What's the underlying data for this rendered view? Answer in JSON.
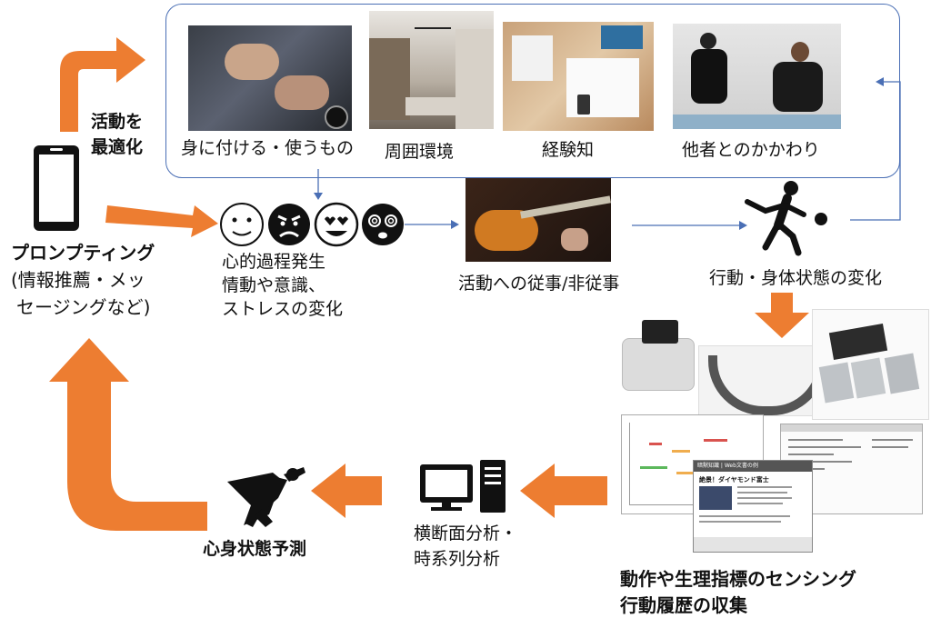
{
  "top_box": {
    "items": [
      {
        "label": "身に付ける・使うもの"
      },
      {
        "label": "周囲環境"
      },
      {
        "label": "経験知"
      },
      {
        "label": "他者とのかかわり"
      }
    ]
  },
  "left": {
    "optimize_label_1": "活動を",
    "optimize_label_2": "最適化",
    "prompting_title": "プロンプティング",
    "prompting_line1": "(情報推薦・メッ",
    "prompting_line2": "セージングなど)"
  },
  "middle": {
    "mental_line1": "心的過程発生",
    "mental_line2": "情動や意識、",
    "mental_line3": "ストレスの変化",
    "engagement_label": "活動への従事/非従事",
    "behavior_label": "行動・身体状態の変化"
  },
  "bottom": {
    "sensing_line1": "動作や生理指標のセンシング",
    "sensing_line2": "行動履歴の収集",
    "analysis_line1": "横断面分析・",
    "analysis_line2": "時系列分析",
    "prediction_label": "心身状態予測",
    "doc_header": "暗黙知識 | Web文書の例",
    "doc_title": "絶景！ダイヤモンド富士"
  },
  "colors": {
    "arrow": "#ed7d31",
    "box": "#4a6fb5",
    "icon": "#111111"
  },
  "icons": [
    "smartphone-icon",
    "neutral-face-icon",
    "angry-face-icon",
    "love-face-icon",
    "dizzy-face-icon",
    "tennis-player-icon",
    "computer-icon",
    "superhero-icon"
  ]
}
